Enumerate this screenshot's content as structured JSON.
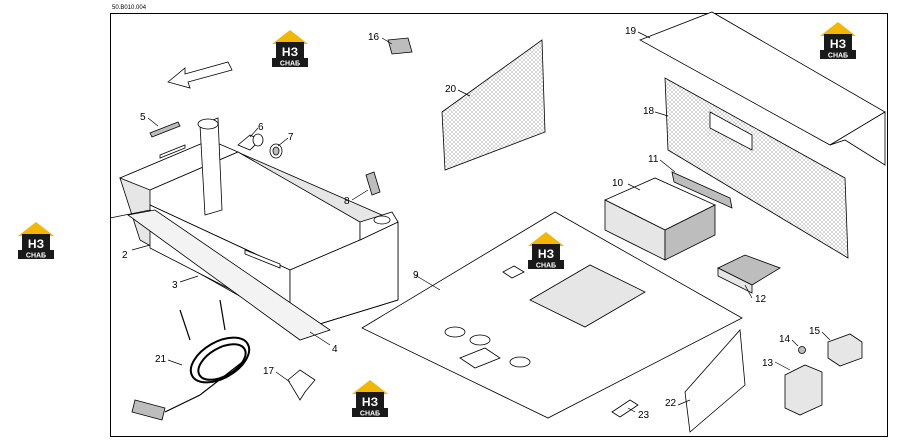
{
  "drawing": {
    "reference": "50.B010.004"
  },
  "watermark": {
    "mark": "НЗ",
    "caption": "СНАБ",
    "accent_color": "#f2b705"
  },
  "callouts": {
    "c1": "2",
    "c2": "3",
    "c3": "4",
    "c4": "5",
    "c5": "6",
    "c6": "7",
    "c7": "8",
    "c8": "9",
    "c9": "10",
    "c10": "11",
    "c11": "12",
    "c12": "13",
    "c13": "14",
    "c14": "15",
    "c15": "16",
    "c16": "17",
    "c17": "18",
    "c18": "19",
    "c19": "20",
    "c20": "21",
    "c21": "22",
    "c22": "23"
  }
}
